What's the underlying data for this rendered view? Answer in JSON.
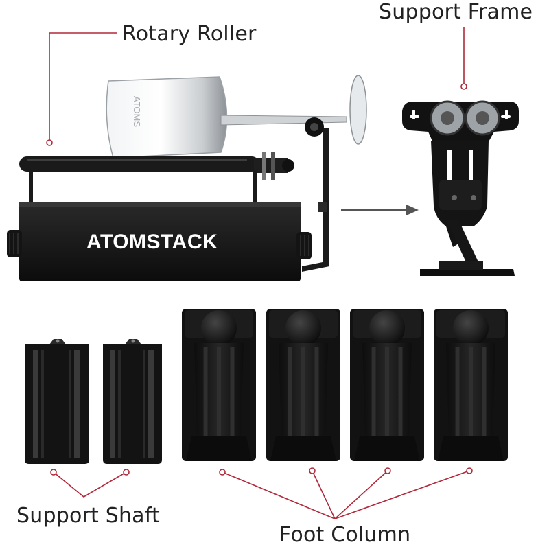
{
  "labels": {
    "rotary_roller": "Rotary Roller",
    "support_frame": "Support Frame",
    "support_shaft": "Support Shaft",
    "foot_column": "Foot Column"
  },
  "brand": {
    "name": "ATOMSTACK"
  },
  "colors": {
    "leader_line": "#b0293a",
    "product_black": "#151515",
    "product_highlight": "#3a3a3a",
    "glass": "#d9dde0",
    "arrow": "#555555"
  }
}
